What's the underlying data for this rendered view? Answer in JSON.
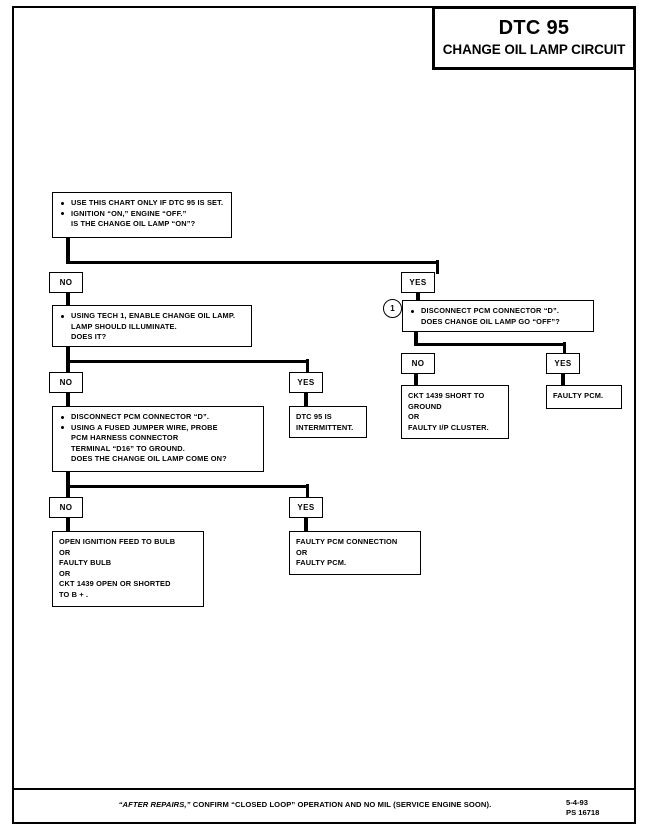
{
  "title": {
    "code": "DTC 95",
    "name": "CHANGE OIL LAMP CIRCUIT"
  },
  "nodes": {
    "start": {
      "bullet1": "USE THIS CHART ONLY IF DTC 95 IS SET.",
      "bullet2": "IGNITION “ON,” ENGINE “OFF.”",
      "bullet2_cont": "IS THE CHANGE OIL LAMP “ON”?"
    },
    "tech1": {
      "bullet1": "USING TECH 1, ENABLE CHANGE OIL LAMP.",
      "line2": "LAMP SHOULD ILLUMINATE.",
      "line3": "DOES IT?"
    },
    "disconnect_right": {
      "bullet1": "DISCONNECT PCM CONNECTOR “D”.",
      "line2": "DOES CHANGE OIL LAMP GO “OFF”?"
    },
    "jumper": {
      "bullet1": "DISCONNECT PCM CONNECTOR “D”.",
      "bullet2": "USING A FUSED JUMPER WIRE, PROBE",
      "bullet2_cont1": "PCM HARNESS CONNECTOR",
      "bullet2_cont2": "TERMINAL “D16” TO GROUND.",
      "bullet2_cont3": "DOES THE CHANGE OIL LAMP COME ON?"
    },
    "ckt_short": {
      "line1": "CKT 1439 SHORT TO",
      "line2": "GROUND",
      "line3": "OR",
      "line4": "FAULTY I/P CLUSTER."
    },
    "faulty_pcm_right": {
      "line1": "FAULTY PCM."
    },
    "intermittent": {
      "line1": "DTC 95 IS",
      "line2": "INTERMITTENT."
    },
    "open_ignition": {
      "line1": "OPEN IGNITION FEED TO BULB",
      "line2": "OR",
      "line3": "FAULTY BULB",
      "line4": "OR",
      "line5": "CKT 1439 OPEN OR SHORTED",
      "line6": "TO B + ."
    },
    "pcm_connection": {
      "line1": "FAULTY PCM CONNECTION",
      "line2": "OR",
      "line3": "FAULTY PCM."
    }
  },
  "labels": {
    "no": "NO",
    "yes": "YES",
    "ref_one": "1"
  },
  "footer": {
    "note_lead": "“AFTER REPAIRS,”",
    "note_rest": " CONFIRM “CLOSED LOOP” OPERATION AND NO MIL (SERVICE ENGINE SOON).",
    "date": "5-4-93",
    "doc": "PS 16718"
  }
}
